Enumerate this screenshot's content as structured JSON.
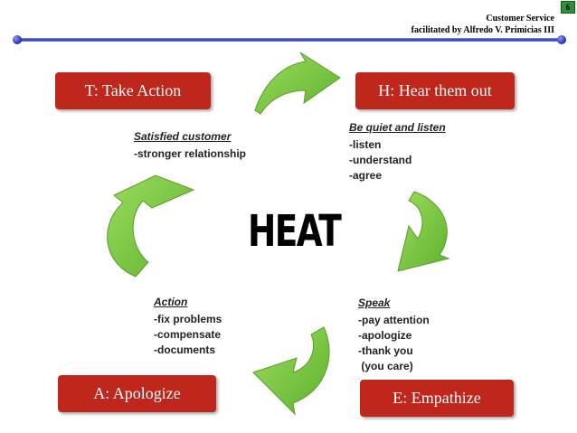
{
  "slide_number": "6",
  "header": {
    "title": "Customer Service",
    "subtitle": "facilitated by Alfredo V. Primicias III"
  },
  "center": "HEAT",
  "steps": [
    {
      "tag": "T: Take Action",
      "heading": "Satisfied customer",
      "items": [
        "-stronger relationship"
      ]
    },
    {
      "tag": "H: Hear them out",
      "heading": "Be quiet and listen",
      "items": [
        "-listen",
        "-understand",
        "-agree"
      ]
    },
    {
      "tag": "E: Empathize",
      "heading": "Speak",
      "items": [
        "-pay attention",
        "-apologize",
        "-thank you",
        " (you care)"
      ]
    },
    {
      "tag": "A: Apologize",
      "heading": "Action",
      "items": [
        "-fix problems",
        "-compensate",
        "-documents"
      ]
    }
  ],
  "colors": {
    "tag_bg": "#c0271c",
    "arrow": "#7ac943",
    "rule": "#2a36a8"
  }
}
